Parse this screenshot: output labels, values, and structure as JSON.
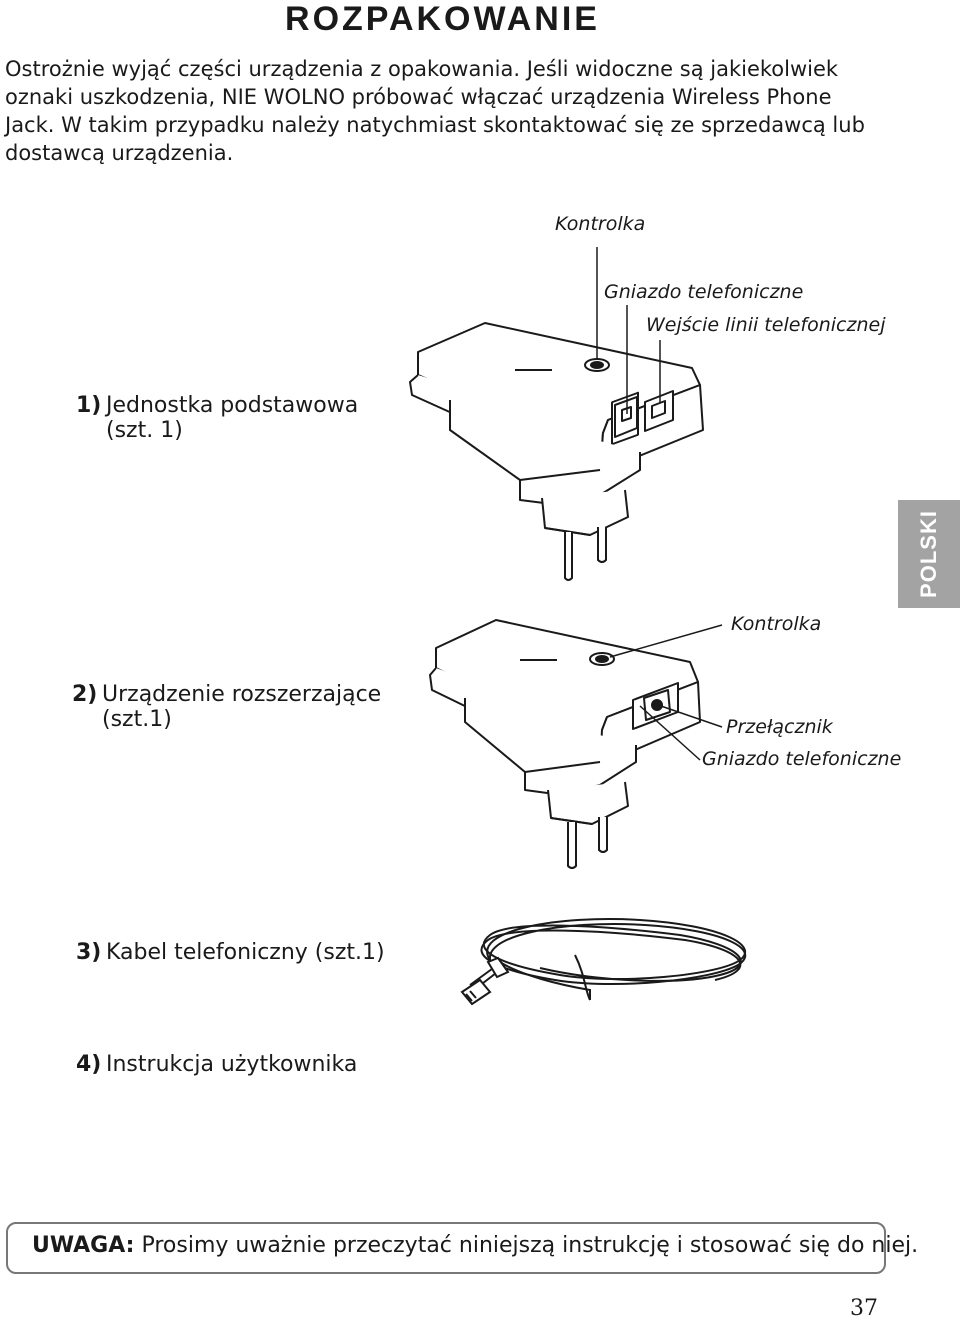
{
  "header": {
    "title": "ROZPAKOWANIE"
  },
  "intro_text": "Ostrożnie wyjąć części urządzenia z opakowania. Jeśli widoczne są jakiekolwiek oznaki uszkodzenia, NIE WOLNO próbować włączać urządzenia Wireless Phone Jack. W takim przypadku należy natychmiast skontaktować się ze sprzedawcą lub dostawcą urządzenia.",
  "figure1": {
    "labels": {
      "led": "Kontrolka",
      "phone_socket": "Gniazdo telefoniczne",
      "line_input": "Wejście linii telefonicznej"
    }
  },
  "figure2": {
    "labels": {
      "led": "Kontrolka",
      "switch": "Przełącznik",
      "phone_socket": "Gniazdo telefoniczne"
    }
  },
  "items": [
    {
      "num": "1)",
      "label": "Jednostka podstawowa",
      "qty": "(szt. 1)"
    },
    {
      "num": "2)",
      "label": "Urządzenie rozszerzające",
      "qty": "(szt.1)"
    },
    {
      "num": "3)",
      "label": "Kabel telefoniczny (szt.1)"
    },
    {
      "num": "4)",
      "label": "Instrukcja użytkownika"
    }
  ],
  "side_tab": {
    "label": "POLSKI"
  },
  "note": {
    "label": "UWAGA:",
    "text": "Prosimy uważnie przeczytać niniejszą instrukcję i stosować się do niej."
  },
  "page_number": "37"
}
